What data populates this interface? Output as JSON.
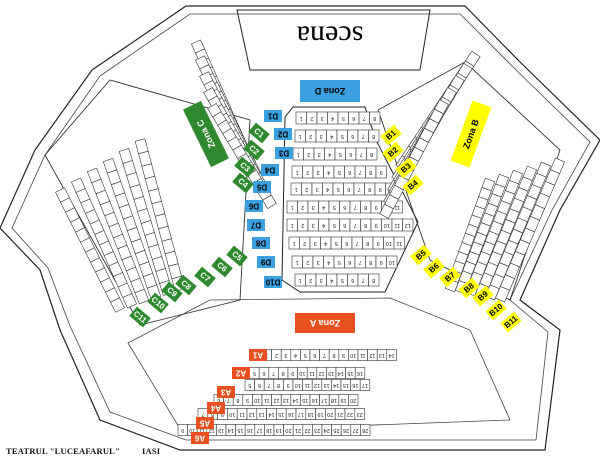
{
  "stage": {
    "label": "scena"
  },
  "colors": {
    "zone_a": "#e8501f",
    "zone_b": "#ffff00",
    "zone_c": "#2f8a2f",
    "zone_d": "#3aa0e0",
    "zone_a_text": "#ffffff",
    "zone_b_text": "#000000",
    "zone_c_text": "#ffffff",
    "zone_d_text": "#000000"
  },
  "zones": [
    {
      "key": "zone_a",
      "label": "Zona A"
    },
    {
      "key": "zone_b",
      "label": "Zona B"
    },
    {
      "key": "zone_c",
      "label": "Zona C"
    },
    {
      "key": "zone_d",
      "label": "Zona D"
    }
  ],
  "row_labels": {
    "zone_a": [
      "A1",
      "A2",
      "A3",
      "A4",
      "A5",
      "A6"
    ],
    "zone_b": [
      "B1",
      "B2",
      "B3",
      "B4",
      "B5",
      "B6",
      "B7",
      "B8",
      "B9",
      "B10",
      "B11"
    ],
    "zone_c": [
      "C1",
      "C2",
      "C3",
      "C4",
      "C5",
      "C6",
      "C7",
      "C8",
      "C9",
      "C10",
      "C11"
    ],
    "zone_d": [
      "D1",
      "D2",
      "D3",
      "D4",
      "D5",
      "D6",
      "D7",
      "D8",
      "D9",
      "D10"
    ]
  },
  "seat_rows": {
    "zone_d": [
      [
        "1",
        "2",
        "3",
        "4",
        "5",
        "6",
        "7",
        "8"
      ],
      [
        "1",
        "2",
        "3",
        "4",
        "5",
        "6",
        "7",
        "8"
      ],
      [
        "1",
        "2",
        "3",
        "4",
        "5",
        "6",
        "7",
        "8"
      ],
      [
        "1",
        "2",
        "3",
        "4",
        "5",
        "6",
        "7",
        "8",
        "9"
      ],
      [
        "1",
        "2",
        "3",
        "4",
        "5",
        "6",
        "7",
        "8",
        "9",
        "10"
      ],
      [
        "1",
        "2",
        "3",
        "4",
        "5",
        "6",
        "7",
        "8",
        "9",
        "10",
        "11"
      ],
      [
        "1",
        "2",
        "3",
        "4",
        "5",
        "6",
        "7",
        "8",
        "9",
        "10",
        "11",
        "12"
      ],
      [
        "1",
        "2",
        "3",
        "4",
        "5",
        "6",
        "7",
        "8",
        "9",
        "10",
        "11"
      ],
      [
        "1",
        "2",
        "3",
        "4",
        "5",
        "6",
        "7",
        "8",
        "9",
        "10"
      ],
      [
        "1",
        "2",
        "3",
        "4",
        "5",
        "6",
        "7",
        "8"
      ]
    ],
    "zone_a": [
      [
        "1",
        "2",
        "3",
        "4",
        "5",
        "6",
        "7",
        "8",
        "9",
        "10",
        "11",
        "12",
        "13",
        "14"
      ],
      [
        "4",
        "5",
        "6",
        "7",
        "8",
        "9",
        "10",
        "11",
        "12",
        "13",
        "14",
        "15",
        "16"
      ],
      [
        "5",
        "6",
        "7",
        "8",
        "9",
        "10",
        "11",
        "12",
        "13",
        "14",
        "15",
        "16",
        "17"
      ],
      [
        "6",
        "7",
        "8",
        "9",
        "10",
        "11",
        "12",
        "13",
        "14",
        "15",
        "16",
        "17",
        "18",
        "19",
        "20"
      ],
      [
        "7",
        "8",
        "9",
        "10",
        "11",
        "12",
        "13",
        "14",
        "15",
        "16",
        "17",
        "18",
        "19",
        "20",
        "21",
        "22",
        "23"
      ],
      [
        "9",
        "10",
        "11",
        "12",
        "13",
        "14",
        "15",
        "16",
        "17",
        "18",
        "19",
        "20",
        "21",
        "22",
        "23",
        "24",
        "25",
        "26",
        "27",
        "28"
      ]
    ]
  },
  "footer": {
    "theatre": "TEATRUL \"LUCEAFARUL\"",
    "city": "IASI"
  }
}
